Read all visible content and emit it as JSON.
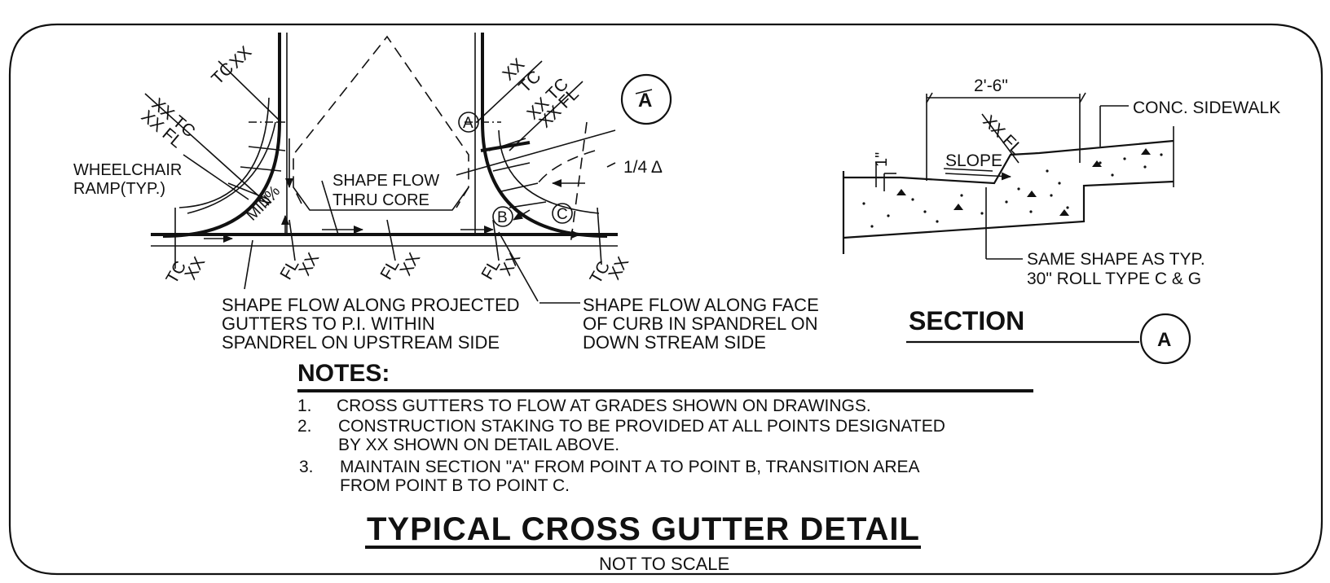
{
  "plan": {
    "stations": {
      "left_top_xx": "XX",
      "left_top_tc": "TC",
      "left_mid_xx_tc": "XX TC",
      "left_mid_xx_fl": "XX FL",
      "right_top_xx": "XX",
      "right_top_tc": "TC",
      "right_mid_xx_tc": "XX TC",
      "right_mid_xx_fl": "XX FL",
      "bottom": [
        {
          "tc_or_fl": "TC",
          "xx": "XX"
        },
        {
          "tc_or_fl": "FL",
          "xx": "XX"
        },
        {
          "tc_or_fl": "FL",
          "xx": "XX"
        },
        {
          "tc_or_fl": "FL",
          "xx": "XX"
        },
        {
          "tc_or_fl": "TC",
          "xx": "XX"
        }
      ]
    },
    "wheelchair_ramp": [
      "WHEELCHAIR",
      "RAMP(TYP.)"
    ],
    "shape_flow_core": [
      "SHAPE FLOW",
      "THRU CORE"
    ],
    "min_slope": [
      "1%",
      "MIN."
    ],
    "grade_mark": "1/4 Δ",
    "points": {
      "a": "A",
      "b": "B",
      "c": "C"
    },
    "section_marker": "A",
    "note_upstream": [
      "SHAPE FLOW ALONG PROJECTED",
      "GUTTERS TO P.I. WITHIN",
      "SPANDREL ON UPSTREAM SIDE"
    ],
    "note_downstream": [
      "SHAPE FLOW ALONG FACE",
      "OF CURB IN SPANDREL ON",
      "DOWN STREAM SIDE"
    ]
  },
  "section": {
    "dimension": "2'-6\"",
    "vertical_dim": "1\"",
    "slope": "SLOPE",
    "xx_fl": "XX FL",
    "sidewalk": "CONC. SIDEWALK",
    "same_shape": [
      "SAME SHAPE AS TYP.",
      "30\" ROLL TYPE C & G"
    ],
    "title": "SECTION",
    "marker": "A"
  },
  "notes": {
    "heading": "NOTES:",
    "items": [
      {
        "num": "1.",
        "lines": [
          "CROSS GUTTERS TO FLOW AT GRADES SHOWN ON DRAWINGS."
        ]
      },
      {
        "num": "2.",
        "lines": [
          "CONSTRUCTION STAKING TO BE PROVIDED AT ALL POINTS DESIGNATED",
          "BY XX SHOWN ON DETAIL ABOVE."
        ]
      },
      {
        "num": "3.",
        "lines": [
          "MAINTAIN SECTION \"A\" FROM POINT A   TO POINT B, TRANSITION AREA",
          "FROM POINT B TO POINT C."
        ]
      }
    ]
  },
  "title": "TYPICAL CROSS GUTTER DETAIL",
  "subtitle": "NOT TO SCALE"
}
